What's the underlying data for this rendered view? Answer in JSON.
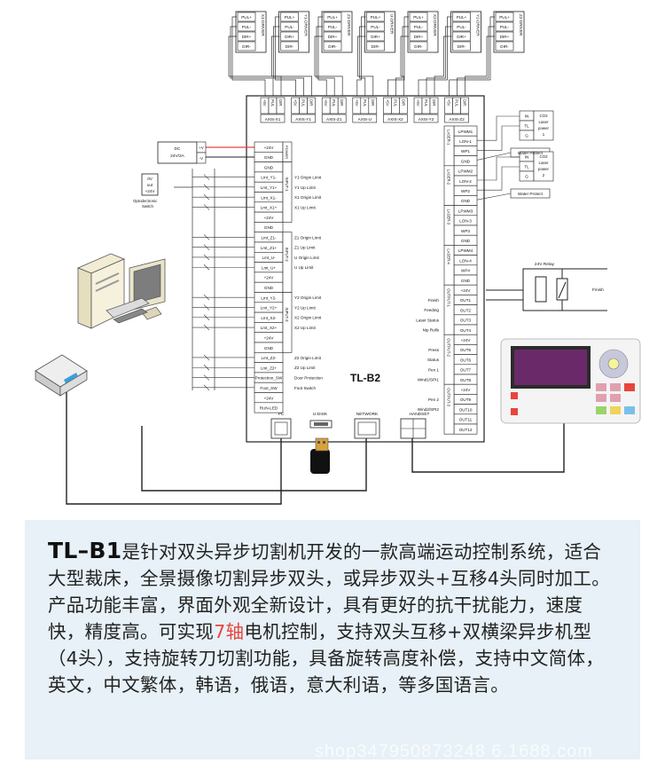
{
  "board": {
    "model": "TL-B2",
    "power_block": {
      "dc_line1": "DC",
      "dc_line2": "24V/2A",
      "plus": "+V",
      "minus": "-V",
      "section": "POWER"
    },
    "sensor": {
      "l1": "0V",
      "l2": "out",
      "l3": "+24V",
      "name_l1": "Optodectronic",
      "name_l2": "Switch"
    },
    "drivers": [
      {
        "name": "X1-DRIVER",
        "pins": [
          "PUL+",
          "PUL-",
          "DIR+",
          "DIR-"
        ]
      },
      {
        "name": "Y1-DRIVER",
        "pins": [
          "PUL+",
          "PUL-",
          "DIR+",
          "DIR-"
        ]
      },
      {
        "name": "Z1-DRIVER",
        "pins": [
          "PUL+",
          "PUL-",
          "DIR+",
          "DIR-"
        ]
      },
      {
        "name": "U-DRIVER",
        "pins": [
          "PUL+",
          "PUL-",
          "DIR+",
          "DIR-"
        ]
      },
      {
        "name": "X2-DRIVER",
        "pins": [
          "PUL+",
          "PUL-",
          "DIR+",
          "DIR-"
        ]
      },
      {
        "name": "Y2-DRIVER",
        "pins": [
          "PUL+",
          "PUL-",
          "DIR+",
          "DIR-"
        ]
      },
      {
        "name": "Z2-DRIVER",
        "pins": [
          "PUL+",
          "PUL-",
          "DIR+",
          "DIR-"
        ]
      }
    ],
    "axis_pins": [
      "+5V",
      "PUL",
      "DIR"
    ],
    "axis_labels": [
      "AXIS-X1",
      "AXIS-Y1",
      "AXIS-Z1",
      "AXIS-U",
      "AXIS-X2",
      "AXIS-Y2",
      "AXIS-Z2"
    ],
    "left_pins": [
      "+24V",
      "GND",
      "GND",
      "Lmt_Y1-",
      "Lmt_Y1+",
      "Lmt_X1-",
      "Lmt_X1+",
      "+24V",
      "GND",
      "Lmt_Z1-",
      "Lmt_Z1+",
      "Lmt_U-",
      "Lmt_U+",
      "+24V",
      "GND",
      "Lmt_Y2-",
      "Lmt_Y2+",
      "Lmt_X2-",
      "Lmt_X2+",
      "+24V",
      "GND",
      "Lmt_Z2-",
      "Lmt_Z2+",
      "Protection_SW",
      "Foot_SW",
      "+24V",
      "RUN-LED"
    ],
    "left_sections": [
      "INPUT-1",
      "INPUT-2",
      "INPUT-3"
    ],
    "limits": [
      "Y1 Origin Limit",
      "Y1 Up Limit",
      "X1 Origin Limit",
      "X1 Up Limit",
      "Z1 Origin Limit",
      "Z1 Up Limit",
      "U Origin Limit",
      "U Up Limit",
      "Y2 Origin Limit",
      "Y2 Up Limit",
      "X2 Origin Limit",
      "X2 Up Limit",
      "Z2 Origin Limit",
      "Z2 Up Limit",
      "Door Protection",
      "Foot Switch"
    ],
    "right_pins": [
      "LPWM1",
      "LON-1",
      "WP1",
      "GND",
      "LPWM2",
      "LON-2",
      "WP2",
      "GND",
      "LPWM3",
      "LON-3",
      "WP3",
      "GND",
      "LPWM4",
      "LON-4",
      "WP4",
      "GND",
      "+24V",
      "OUT1",
      "OUT2",
      "OUT3",
      "OUT4",
      "+24V",
      "OUT5",
      "OUT6",
      "OUT7",
      "OUT8",
      "+24V",
      "OUT9",
      "OUT10",
      "OUT11",
      "OUT12"
    ],
    "right_sections": [
      "LASER-1",
      "LASER-2",
      "LASER-3",
      "LASER-4",
      "OUTPUT-1",
      "OUTPUT-2",
      "OUTPUT-3"
    ],
    "output_functions": [
      "Finish",
      "Feeding",
      "Laser Status",
      "Nip Rolls",
      "Press",
      "Status",
      "Pen 1",
      "Wind1/SPI1",
      "Pen 2",
      "Wind2/SPI2"
    ],
    "ports": [
      "PC",
      "U-DISK",
      "NETWORK",
      "HANDSET"
    ],
    "laser_power": {
      "pins": [
        "IN",
        "TL",
        "G"
      ],
      "name1": "CO2 Laser power 1",
      "name2": "CO2 Laser power 2",
      "water": "Water Protect"
    },
    "relay": {
      "label": "24V Relay",
      "finish": "Finish"
    }
  },
  "description": {
    "model": "TL–B1",
    "before_highlight": "是针对双头异步切割机开发的一款高端运动控制系统，适合大型裁床，全景摄像切割异步双头，或异步双头+互移4头同时加工。产品功能丰富，界面外观全新设计，具有更好的抗干扰能力，速度快，精度高。可实现",
    "highlight": "7轴",
    "after_highlight": "电机控制，支持双头互移+双横梁异步机型（4头），支持旋转刀切割功能，具备旋转高度补偿，支持中文简体，英文，中文繁体，韩语，俄语，意大利语，等多国语言。"
  },
  "colors": {
    "accent_red": "#e8453c",
    "panel_bg": "#e7f1f7",
    "line": "#222222"
  },
  "watermark": "shop347950873248 6.1688.com"
}
